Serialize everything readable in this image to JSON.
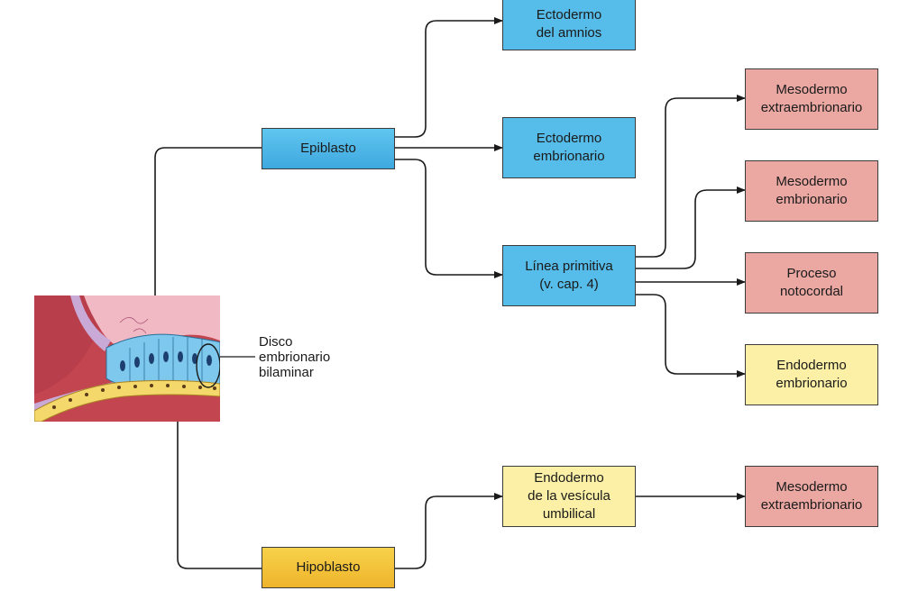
{
  "diagram": {
    "colors": {
      "ectoderm": "#56bce9",
      "mesoderm": "#eba8a3",
      "endoderm": "#fbf0a6",
      "hypoblast": "#f2bd33",
      "line": "#1a1a1a"
    },
    "illustration": {
      "caption": "Disco\nembrionario\nbilaminar"
    },
    "nodes": {
      "epiblasto": "Epiblasto",
      "hipoblasto": "Hipoblasto",
      "ectodermo_amnios": "Ectodermo\ndel amnios",
      "ectodermo_embrionario": "Ectodermo\nembrionario",
      "linea_primitiva": "Línea primitiva\n(v. cap. 4)",
      "mesodermo_extra_1": "Mesodermo\nextraembrionario",
      "mesodermo_embrionario": "Mesodermo\nembrionario",
      "proceso_notocordal": "Proceso\nnotocordal",
      "endodermo_embrionario": "Endodermo\nembrionario",
      "endodermo_vesicula": "Endodermo\nde la vesícula\numbilical",
      "mesodermo_extra_2": "Mesodermo\nextraembrionario"
    }
  }
}
